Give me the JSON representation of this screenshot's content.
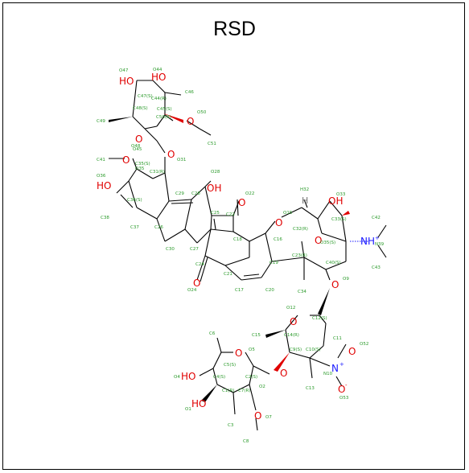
{
  "title": "RSD",
  "atom_labels": [
    "O47",
    "O44",
    "C46",
    "C47(S)",
    "C44(R)",
    "C45(S)",
    "C48(S)",
    "C49",
    "C50(R)",
    "O50",
    "O45",
    "C51",
    "O48",
    "C41",
    "O31",
    "C31(R)",
    "C35(S)",
    "O35",
    "O36",
    "C36(S)",
    "C38",
    "C37",
    "C26",
    "C29",
    "O28",
    "C28",
    "C25",
    "O22",
    "C22",
    "C30",
    "C27",
    "C18",
    "C16",
    "O15",
    "C32(R)",
    "H32",
    "O33",
    "C33(S)",
    "C42",
    "N39",
    "C43",
    "C19",
    "C23(R)",
    "O35(S)",
    "C40(S)",
    "O9",
    "C34",
    "C24",
    "O24",
    "C21",
    "C17",
    "C20",
    "O12",
    "C12(S)",
    "C11",
    "C15",
    "C14(R)",
    "C9(S)",
    "C10(S)",
    "O52",
    "N10",
    "O53",
    "C13",
    "C6",
    "O5",
    "C5(S)",
    "C4(S)",
    "O4",
    "C2(S)",
    "O2",
    "C1(R)",
    "C7(R)",
    "O1",
    "C3",
    "O7",
    "C8"
  ],
  "visible_text": {
    "OH": "OH",
    "HO": "HO",
    "O": "O",
    "H": "H",
    "NH": "NH",
    "N": "N",
    "O_minus": "O"
  }
}
